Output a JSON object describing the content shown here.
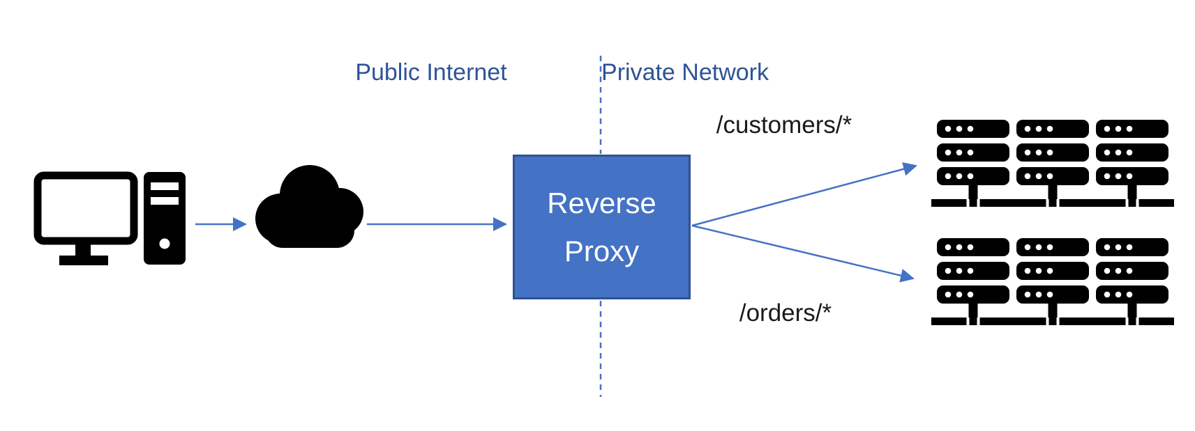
{
  "diagram": {
    "zones": {
      "public": {
        "label": "Public Internet"
      },
      "private": {
        "label": "Private Network"
      }
    },
    "client": {
      "icon": "desktop-computer-icon"
    },
    "internet": {
      "icon": "cloud-icon"
    },
    "proxy": {
      "label": "Reverse Proxy",
      "lines": [
        "Reverse",
        "Proxy"
      ]
    },
    "routes": [
      {
        "label": "/customers/*",
        "position": "top"
      },
      {
        "label": "/orders/*",
        "position": "bottom"
      }
    ],
    "clusters": [
      {
        "icon": "server-cluster-icon",
        "servers_visible": 3
      },
      {
        "icon": "server-cluster-icon",
        "servers_visible": 3
      }
    ],
    "colors": {
      "accent_blue": "#4472C4",
      "proxy_border_blue": "#2F528F",
      "zone_label_blue": "#2E5395",
      "proxy_text_white": "#FFFFFF",
      "icon_black": "#000000",
      "route_label_black": "#1A1A1A",
      "background": "#FFFFFF"
    }
  }
}
